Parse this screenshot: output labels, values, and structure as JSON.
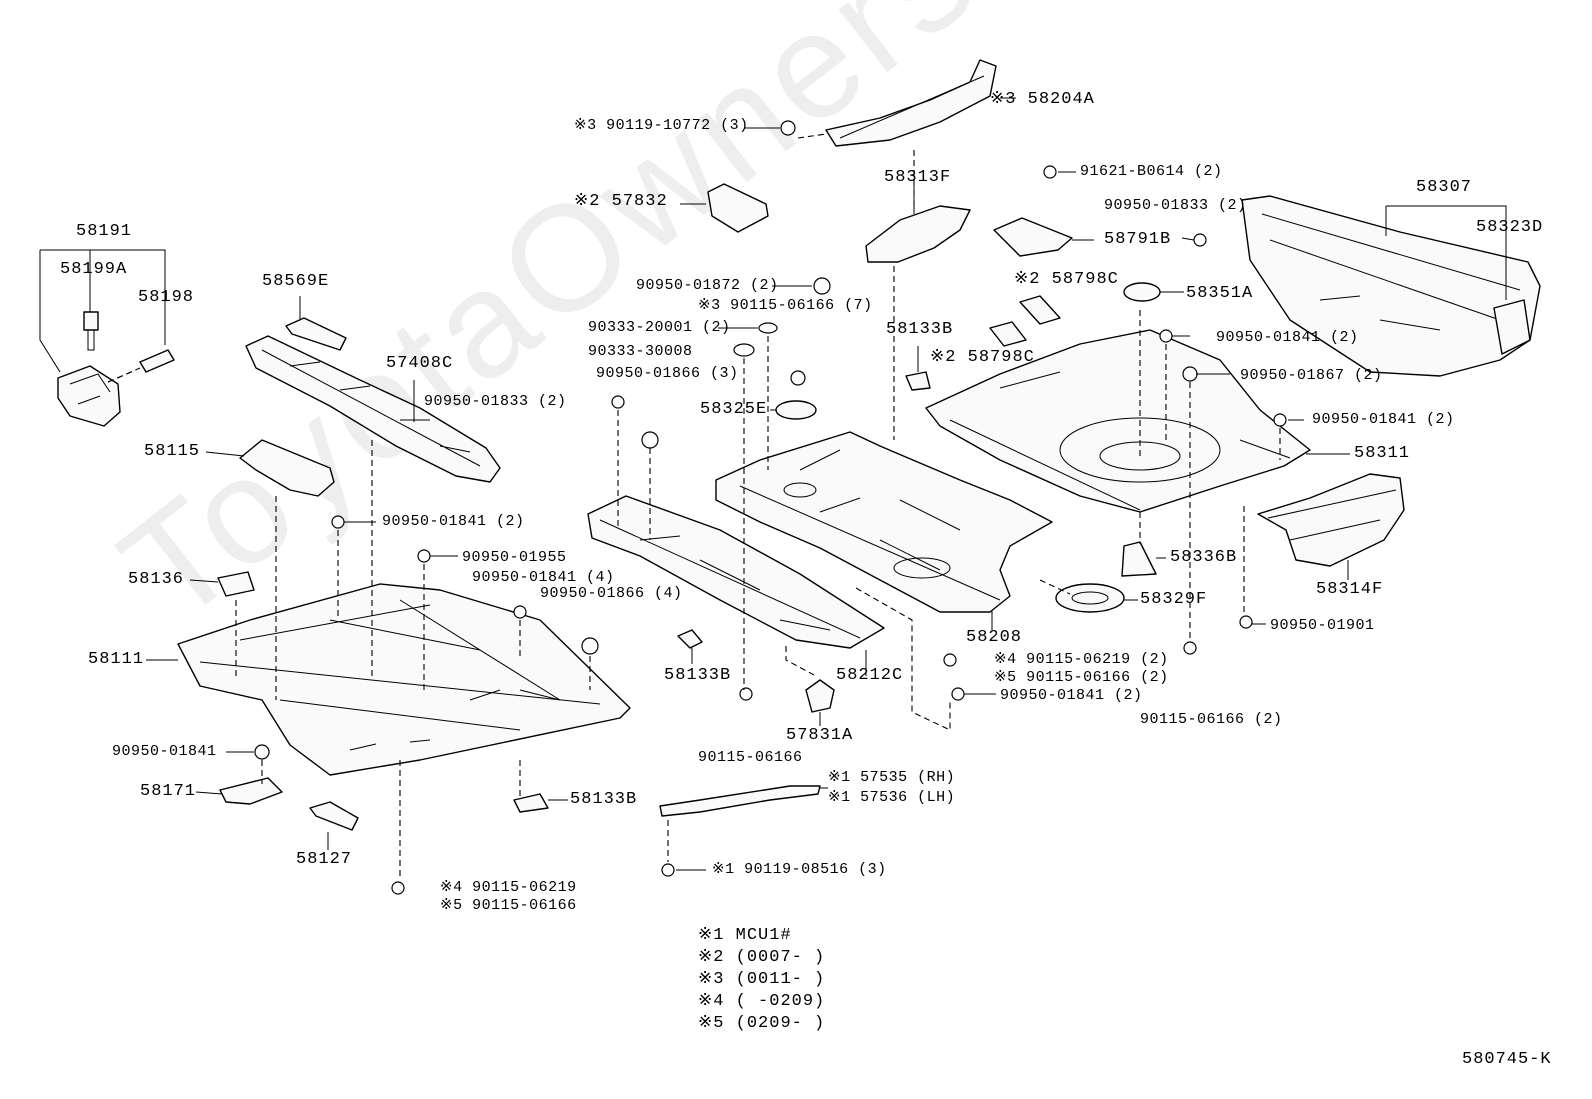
{
  "watermark": "ToyotaOwners.ru",
  "diagram_code": "580745-K",
  "callouts": {
    "c58204A": "※3 58204A",
    "c90119_10772": "※3 90119-10772 (3)",
    "c58313F": "58313F",
    "c91621": "91621-B0614 (2)",
    "c57832": "※2 57832",
    "c58307": "58307",
    "c90950_01833_a": "90950-01833 (2)",
    "c58323D": "58323D",
    "c58791B": "58791B",
    "c58191": "58191",
    "c58199A": "58199A",
    "c58198": "58198",
    "c58569E": "58569E",
    "c58798C_a": "※2 58798C",
    "c58351A": "58351A",
    "c90950_01872": "90950-01872 (2)",
    "c90115_06166_7": "※3 90115-06166 (7)",
    "c90333_20001": "90333-20001 (2)",
    "c58133B_a": "58133B",
    "c90950_01841_a": "90950-01841 (2)",
    "c58798C_b": "※2 58798C",
    "c90333_30008": "90333-30008",
    "c57408C": "57408C",
    "c90950_01866_3": "90950-01866 (3)",
    "c90950_01867": "90950-01867 (2)",
    "c90950_01833_b": "90950-01833 (2)",
    "c58325E": "58325E",
    "c90950_01841_b": "90950-01841 (2)",
    "c58115": "58115",
    "c58311": "58311",
    "c90950_01841_c": "90950-01841 (2)",
    "c58336B": "58336B",
    "c90950_01955": "90950-01955",
    "c90950_01841_4": "90950-01841 (4)",
    "c58136": "58136",
    "c90950_01866_4": "90950-01866 (4)",
    "c58314F": "58314F",
    "c58329F": "58329F",
    "c58208": "58208",
    "c90950_01901": "90950-01901",
    "c58111": "58111",
    "c58133B_b": "58133B",
    "c58212C": "58212C",
    "c90115_06219_a": "※4 90115-06219 (2)",
    "c90115_06166_a": "※5 90115-06166 (2)",
    "c90950_01841_d": "90950-01841 (2)",
    "c90115_06166_b": "90115-06166 (2)",
    "c57831A": "57831A",
    "c90950_01841_e": "90950-01841",
    "c90115_06166_c": "90115-06166",
    "c58171": "58171",
    "c58133B_c": "58133B",
    "c57535": "※1 57535 (RH)",
    "c57536": "※1 57536 (LH)",
    "c58127": "58127",
    "c90119_08516": "※1 90119-08516 (3)",
    "c90115_06219_b": "※4 90115-06219",
    "c90115_06166_d": "※5 90115-06166"
  },
  "footnotes": [
    "※1 MCU1#",
    "※2 (0007-      )",
    "※3 (0011-      )",
    "※4 (      -0209)",
    "※5 (0209-      )"
  ]
}
